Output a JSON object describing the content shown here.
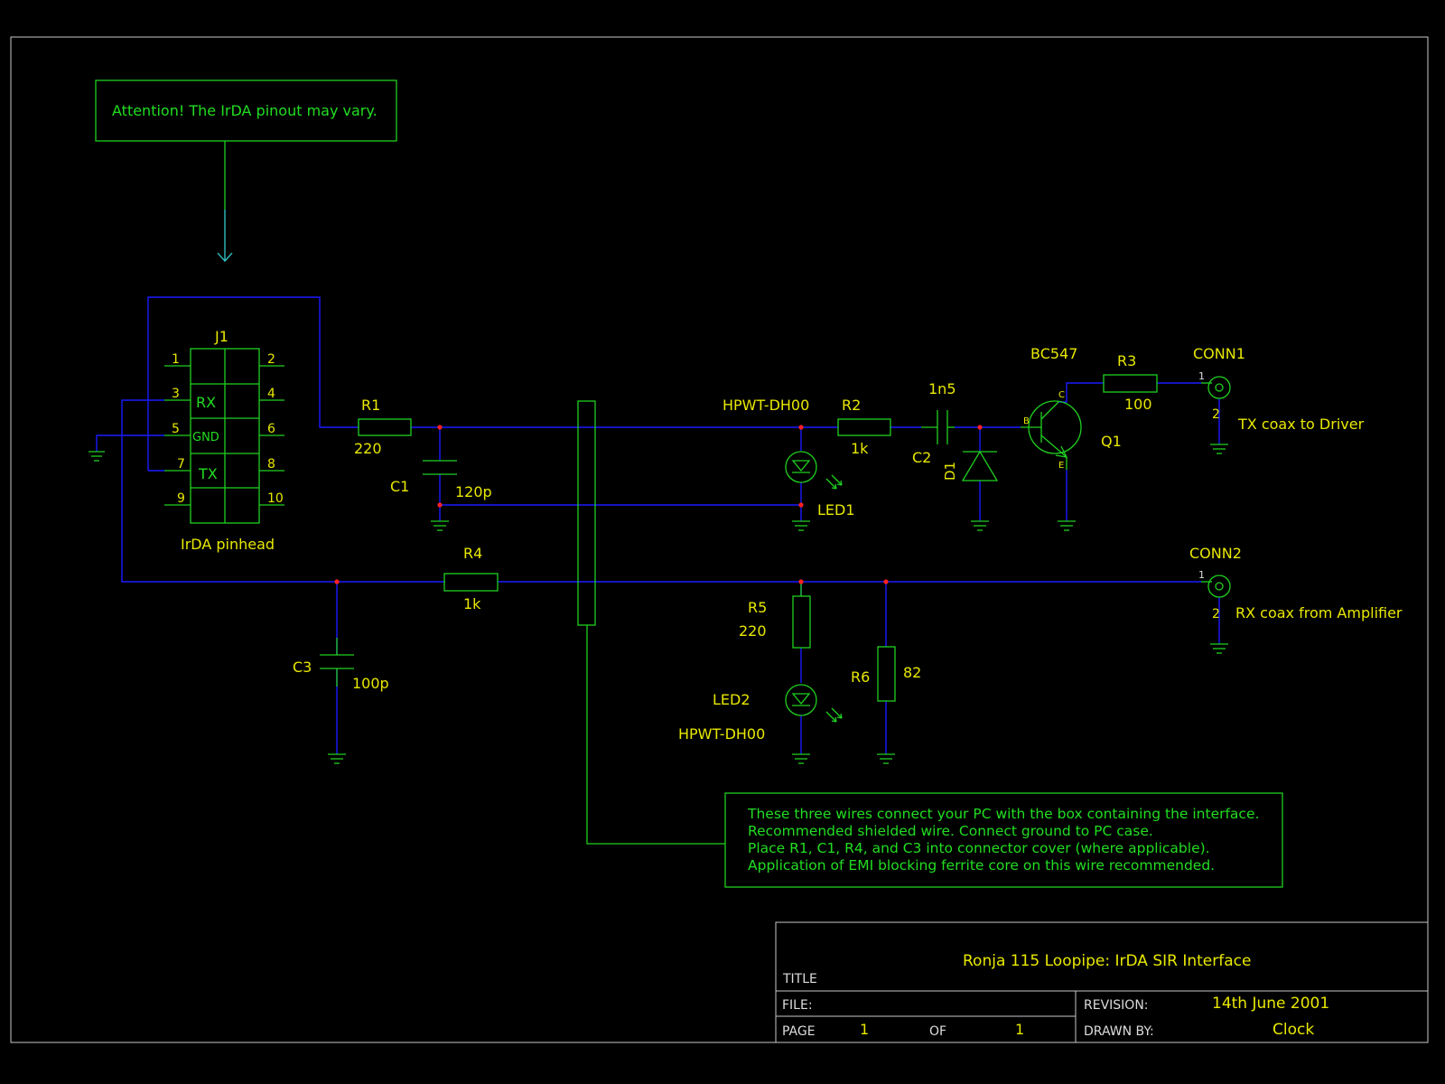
{
  "colors": {
    "background": "#000000",
    "border": "#c8c8c8",
    "wire": "#1a1aff",
    "component": "#20d020",
    "label": "#e8e800",
    "junction": "#ff2020",
    "arrow": "#33cccc",
    "titleblock_text": "#dddddd"
  },
  "notes": {
    "attention": "Attention! The IrDA pinout may vary.",
    "wires": [
      "These three wires connect your PC with the box containing the interface.",
      "Recommended shielded wire. Connect ground to PC case.",
      "Place R1, C1, R4, and C3 into connector cover (where applicable).",
      "Application of EMI blocking ferrite core on this wire recommended."
    ]
  },
  "connector_j1": {
    "ref": "J1",
    "caption": "IrDA pinhead",
    "pins_left": [
      "1",
      "3",
      "5",
      "7",
      "9"
    ],
    "pins_right": [
      "2",
      "4",
      "6",
      "8",
      "10"
    ],
    "signals": {
      "rx": "RX",
      "gnd": "GND",
      "tx": "TX"
    }
  },
  "components": {
    "r1": {
      "ref": "R1",
      "value": "220"
    },
    "c1": {
      "ref": "C1",
      "value": "120p"
    },
    "r2": {
      "ref": "R2",
      "value": "1k"
    },
    "led1": {
      "ref": "LED1",
      "part": "HPWT-DH00"
    },
    "c2": {
      "ref": "C2",
      "value": "1n5"
    },
    "d1": {
      "ref": "D1"
    },
    "q1": {
      "ref": "Q1",
      "part": "BC547",
      "pin_b": "B",
      "pin_c": "C",
      "pin_e": "E"
    },
    "r3": {
      "ref": "R3",
      "value": "100"
    },
    "conn1": {
      "ref": "CONN1",
      "pin1": "1",
      "pin2": "2",
      "desc": "TX coax to Driver"
    },
    "conn2": {
      "ref": "CONN2",
      "pin1": "1",
      "pin2": "2",
      "desc": "RX coax from Amplifier"
    },
    "r4": {
      "ref": "R4",
      "value": "1k"
    },
    "c3": {
      "ref": "C3",
      "value": "100p"
    },
    "r5": {
      "ref": "R5",
      "value": "220"
    },
    "led2": {
      "ref": "LED2",
      "part": "HPWT-DH00"
    },
    "r6": {
      "ref": "R6",
      "value": "82"
    }
  },
  "title_block": {
    "title_label": "TITLE",
    "title": "Ronja 115 Loopipe: IrDA SIR Interface",
    "file_label": "FILE:",
    "file": "",
    "revision_label": "REVISION:",
    "revision": "14th June 2001",
    "page_label": "PAGE",
    "page": "1",
    "of_label": "OF",
    "of": "1",
    "drawn_by_label": "DRAWN BY:",
    "drawn_by": "Clock"
  }
}
